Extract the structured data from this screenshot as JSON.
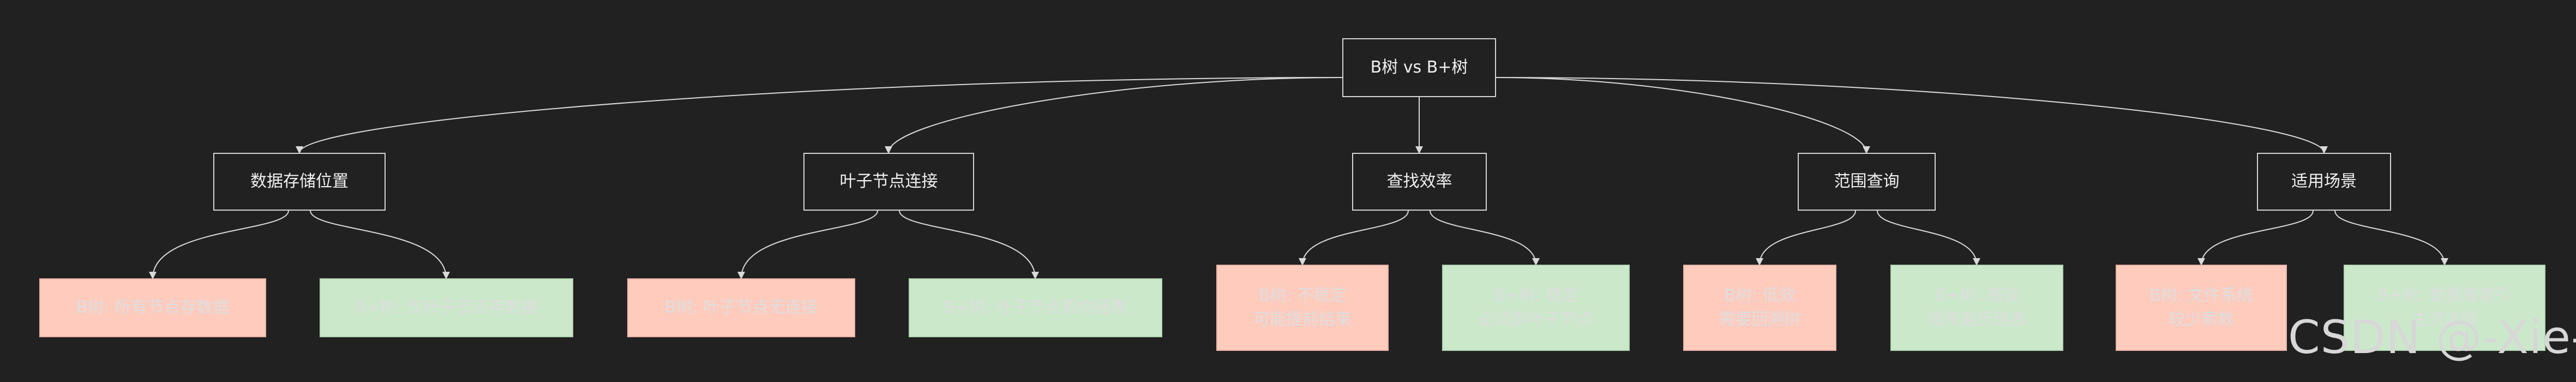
{
  "root": {
    "label": "B树 vs B+树"
  },
  "categories": [
    {
      "label": "数据存储位置",
      "b": {
        "lines": [
          "B树: 所有节点存数据"
        ]
      },
      "bp": {
        "lines": [
          "B+树: 仅叶子节点存数据"
        ]
      }
    },
    {
      "label": "叶子节点连接",
      "b": {
        "lines": [
          "B树: 叶子节点无连接"
        ]
      },
      "bp": {
        "lines": [
          "B+树: 叶子节点双向链表"
        ]
      }
    },
    {
      "label": "查找效率",
      "b": {
        "lines": [
          "B树: 不稳定",
          "可能提前结束"
        ]
      },
      "bp": {
        "lines": [
          "B+树: 稳定",
          "必须到叶子节点"
        ]
      }
    },
    {
      "label": "范围查询",
      "b": {
        "lines": [
          "B树: 低效",
          "需要回溯树"
        ]
      },
      "bp": {
        "lines": [
          "B+树: 高效",
          "顺序遍历链表"
        ]
      }
    },
    {
      "label": "适用场景",
      "b": {
        "lines": [
          "B树: 文件系统",
          "较少索数"
        ]
      },
      "bp": {
        "lines": [
          "B+树: 数据库索引",
          "主流选择"
        ]
      }
    }
  ],
  "watermark": "CSDN @-Xie-",
  "colors": {
    "b_fill": "#ffcbbd",
    "bp_fill": "#cbe8cb",
    "edge": "#d9d9d9",
    "background": "#212121"
  }
}
